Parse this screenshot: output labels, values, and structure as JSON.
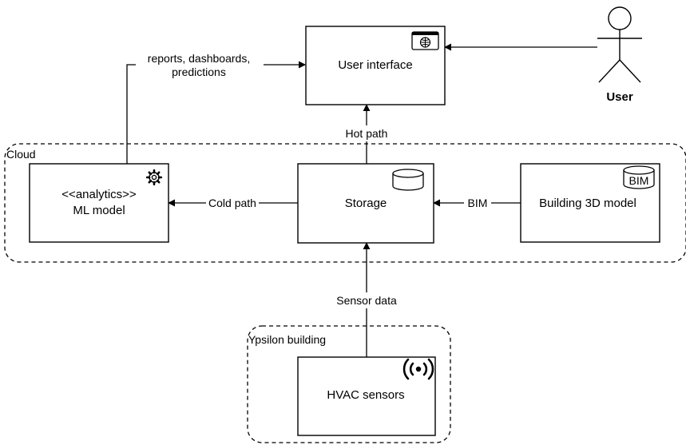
{
  "containers": {
    "cloud": "Cloud",
    "building": "Ypsilon building"
  },
  "components": {
    "user_interface": "User interface",
    "storage": "Storage",
    "ml_model_stereotype": "<<analytics>>",
    "ml_model_name": "ML model",
    "building_model": "Building 3D model",
    "hvac": "HVAC sensors"
  },
  "actor": {
    "name": "User"
  },
  "badges": {
    "bim": "BIM"
  },
  "edges": {
    "reports_line1": "reports, dashboards,",
    "reports_line2": "predictions",
    "hot_path": "Hot path",
    "cold_path": "Cold path",
    "bim": "BIM",
    "sensor_data": "Sensor data"
  },
  "icons": {
    "user_interface": "browser-window-icon",
    "storage": "database-icon",
    "ml_model": "gear-icon",
    "building_model": "bim-database-icon",
    "hvac": "wireless-signal-icon",
    "actor": "stick-figure-icon"
  }
}
